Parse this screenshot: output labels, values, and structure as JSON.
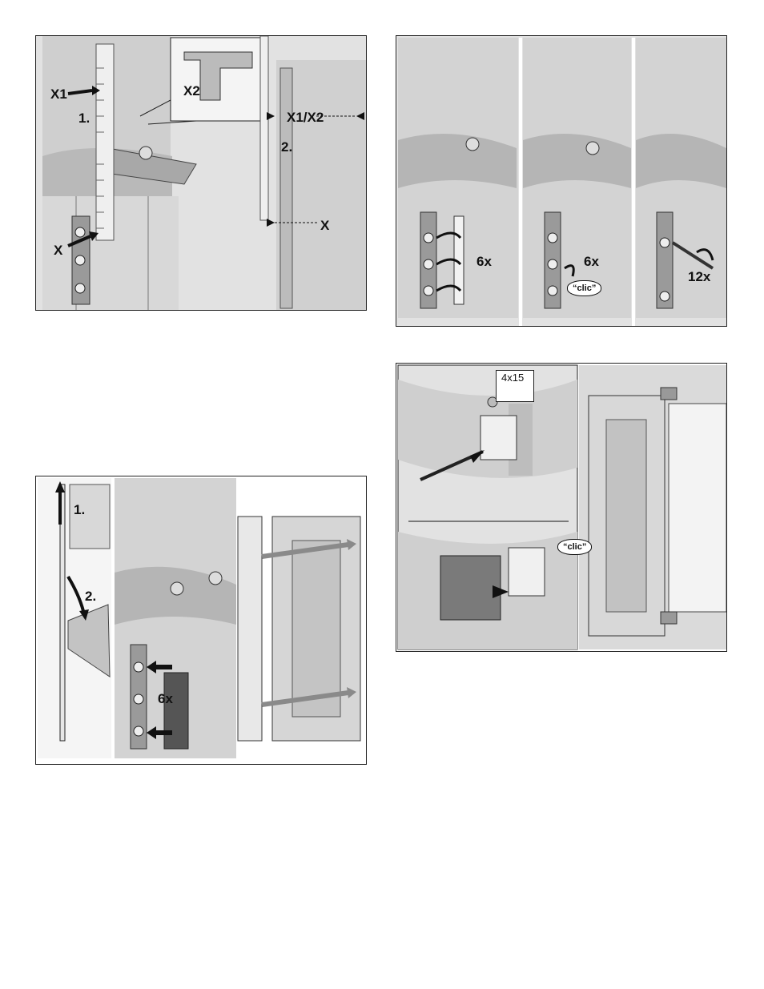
{
  "figures": {
    "fig1": {
      "step1": "1.",
      "step2": "2.",
      "x1": "X1",
      "x2": "X2",
      "x": "X",
      "x1x2": "X1/X2",
      "x_right": "X"
    },
    "fig2": {
      "count": "6x",
      "count_b": "6x",
      "clic": "“clic”",
      "count_c": "12x"
    },
    "fig3": {
      "step1": "1.",
      "step2": "2.",
      "count": "6x"
    },
    "fig4": {
      "screw_spec": "4x15",
      "clic": "“clic”"
    }
  },
  "colors": {
    "panel_bg": "#dcdcdc",
    "cabinet": "#c9c9c9",
    "door": "#bdbdbd",
    "dark": "#5a5a5a",
    "arrow": "#111111",
    "arrow_grey": "#8a8a8a"
  }
}
